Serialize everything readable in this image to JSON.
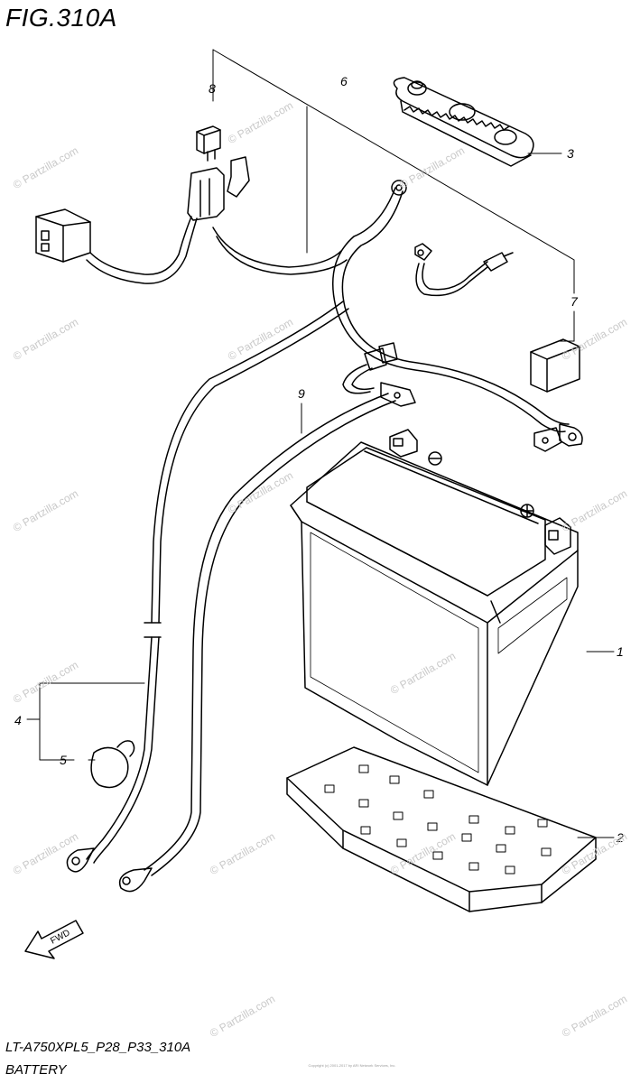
{
  "figure": {
    "title": "FIG.310A",
    "model_code": "LT-A750XPL5_P28_P33_310A",
    "section_name": "BATTERY",
    "copyright_small": "Copyright (c) 2001-2017 by ARI Network Services, Inc."
  },
  "callouts": [
    "1",
    "2",
    "3",
    "4",
    "5",
    "6",
    "7",
    "8",
    "9"
  ],
  "direction_label": "FWD",
  "watermark": "© Partzilla.com",
  "colors": {
    "line": "#000000",
    "watermark": "#c9c9c9",
    "background": "#ffffff"
  }
}
